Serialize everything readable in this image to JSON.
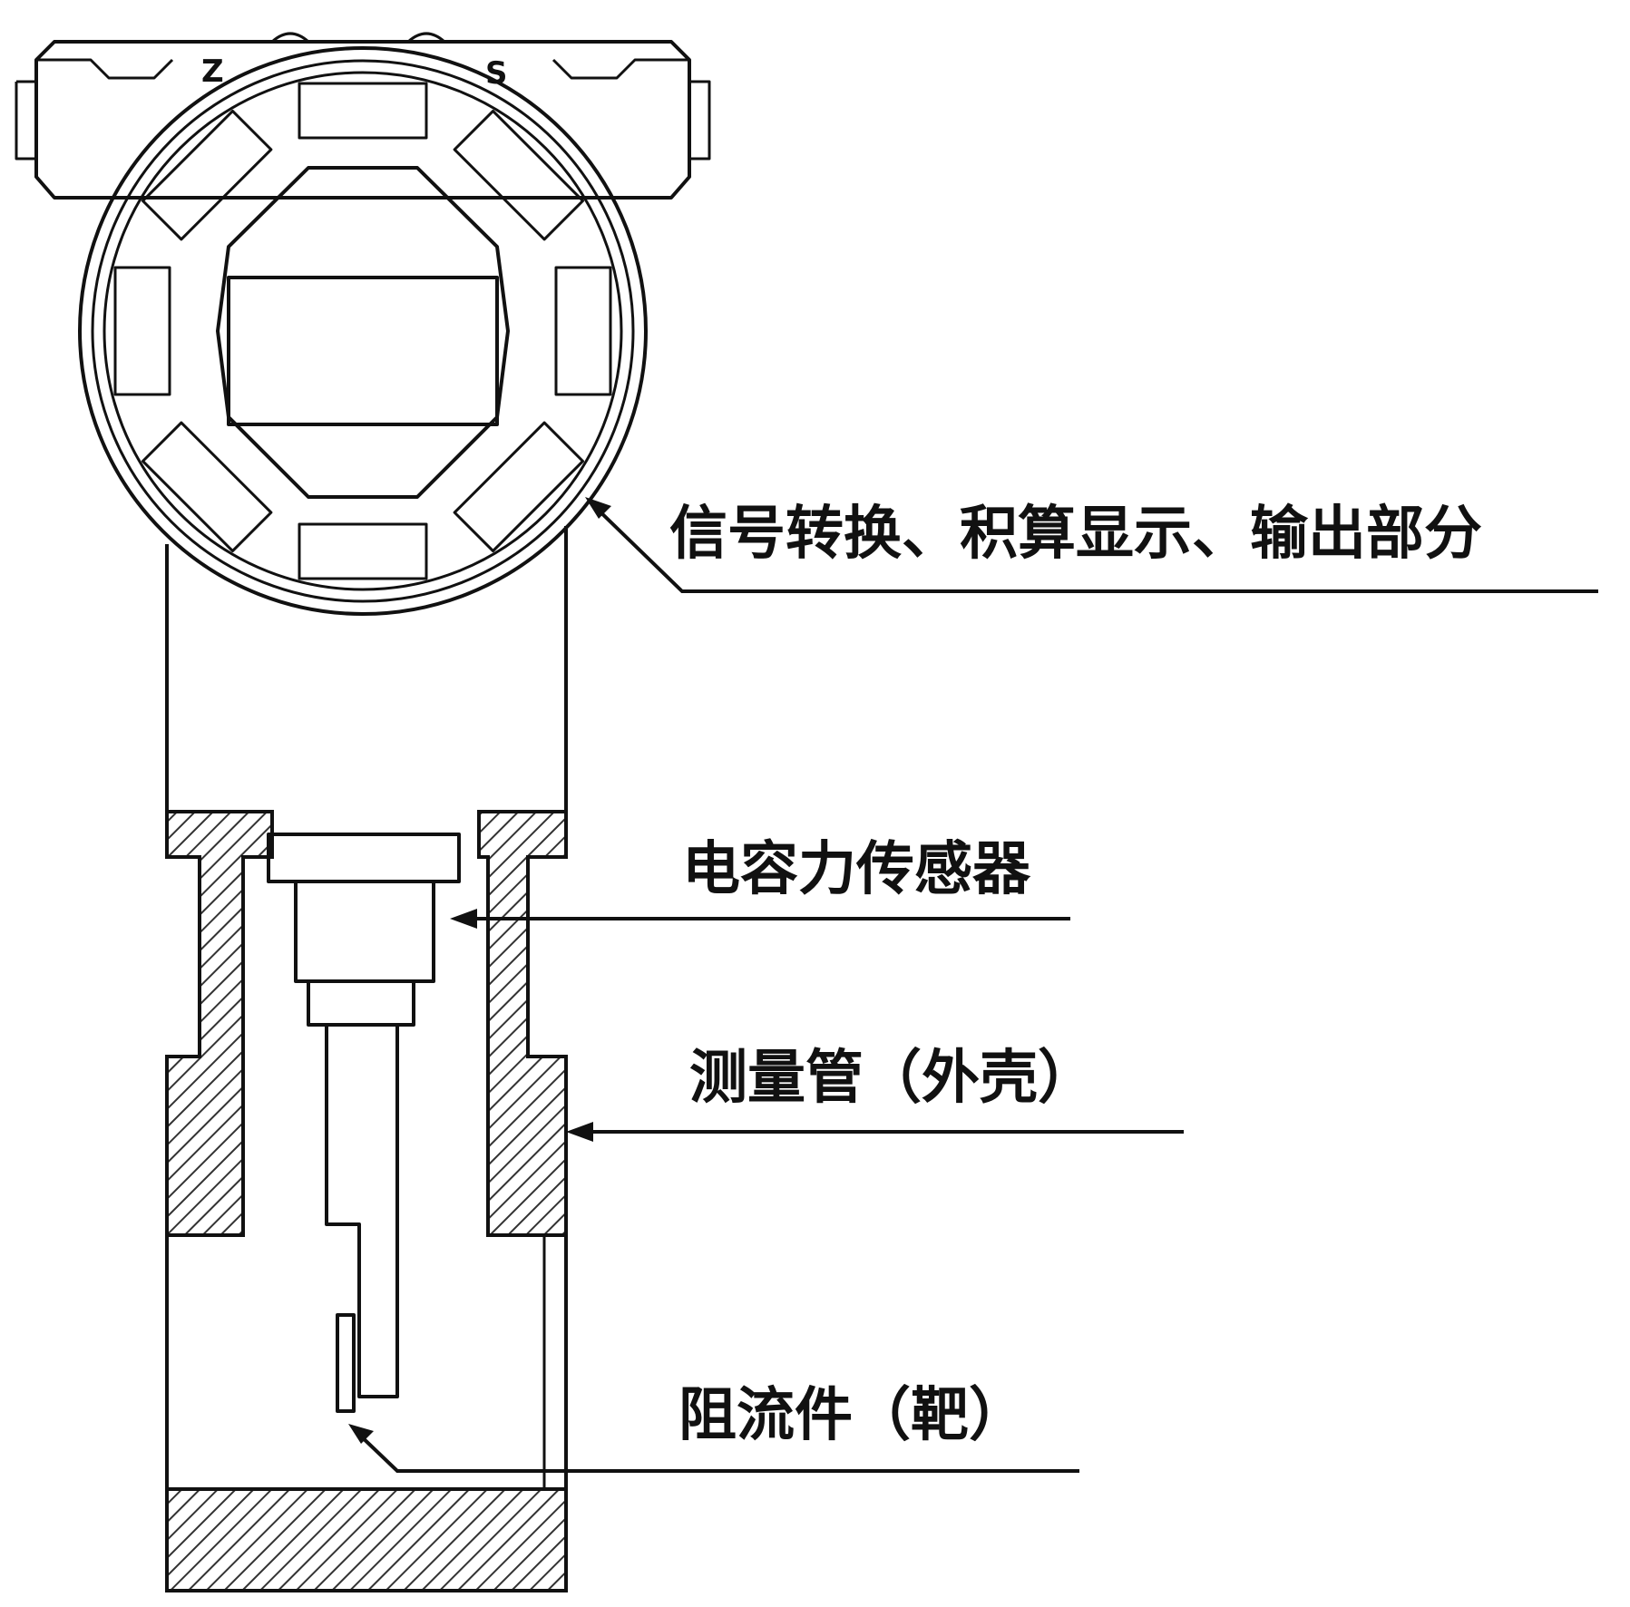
{
  "terminal_marks": {
    "left": "Z",
    "right": "S"
  },
  "labels": {
    "signal_section": "信号转换、积算显示、输出部分",
    "capacitive_sensor": "电容力传感器",
    "measuring_tube": "测量管（外壳）",
    "flow_element": "阻流件（靶）"
  },
  "colors": {
    "line": "#111111",
    "background": "#ffffff"
  }
}
